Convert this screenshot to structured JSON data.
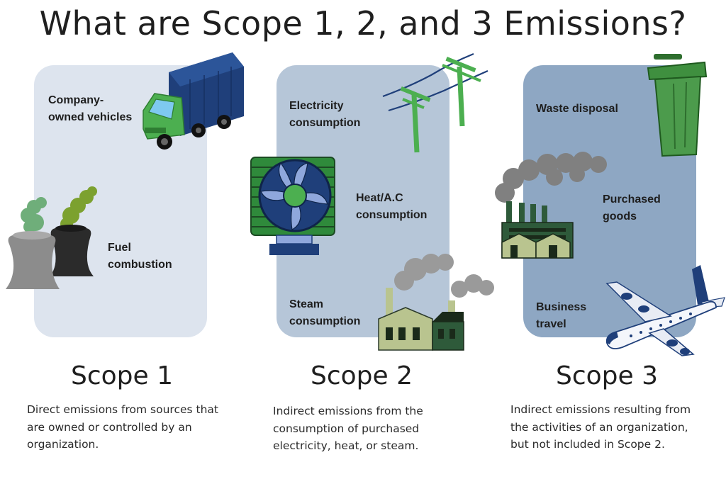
{
  "title": "What are Scope 1, 2, and 3 Emissions?",
  "scopes": [
    {
      "heading": "Scope 1",
      "description": "Direct emissions from sources that are owned or controlled by an organization.",
      "items": [
        "Company-\nowned vehicles",
        "Fuel\ncombustion"
      ]
    },
    {
      "heading": "Scope 2",
      "description": "Indirect emissions from the consumption of purchased electricity, heat, or steam.",
      "items": [
        "Electricity\nconsumption",
        "Heat/A.C\nconsumption",
        "Steam\nconsumption"
      ]
    },
    {
      "heading": "Scope 3",
      "description": "Indirect emissions resulting from the activities of an organization, but not included in Scope 2.",
      "items": [
        "Waste disposal",
        "Purchased\ngoods",
        "Business\ntravel"
      ]
    }
  ],
  "icons": [
    "truck-icon",
    "cooling-tower-icon",
    "power-line-icon",
    "fan-cooler-icon",
    "factory-icon",
    "waste-bin-icon",
    "airplane-icon"
  ],
  "colors": {
    "scope1_panel": "#dde4ee",
    "scope2_panel": "#b6c6d8",
    "scope3_panel": "#8ea7c3",
    "green": "#4caf50",
    "navy": "#1f3f7a"
  }
}
